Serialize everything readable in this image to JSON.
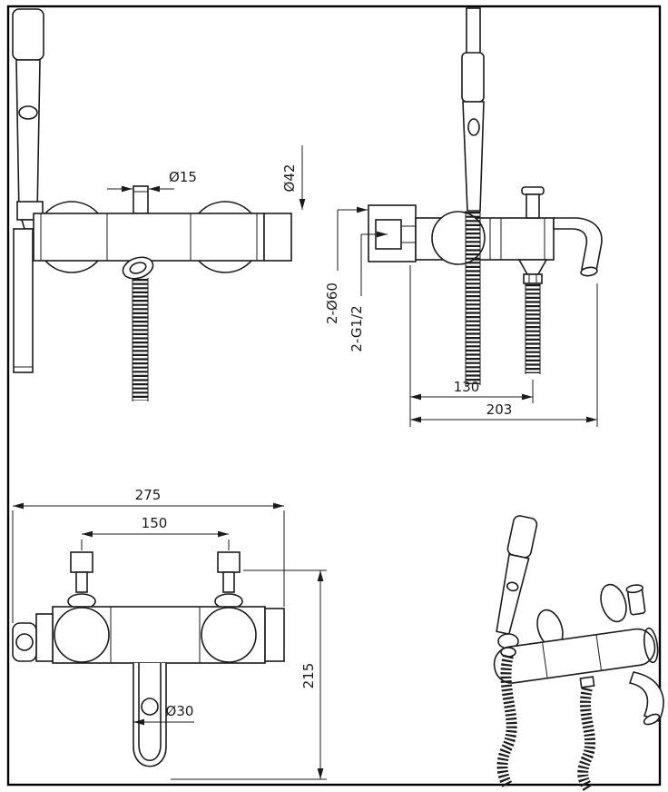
{
  "sheet": {
    "background": "#ffffff",
    "ink": "#1b1b1b",
    "border_color": "#000000"
  },
  "views": {
    "front": {
      "dims": {
        "spout_pipe": "Ø15",
        "end_knob": "Ø42"
      }
    },
    "side": {
      "dims": {
        "flanges": "2-Ø60",
        "connections": "2-G1/2",
        "wall_to_outlet": "130",
        "wall_to_spout": "203"
      }
    },
    "body_front": {
      "dims": {
        "overall_width": "275",
        "inlet_centres": "150",
        "lever": "Ø30",
        "overall_height": "215"
      }
    }
  }
}
